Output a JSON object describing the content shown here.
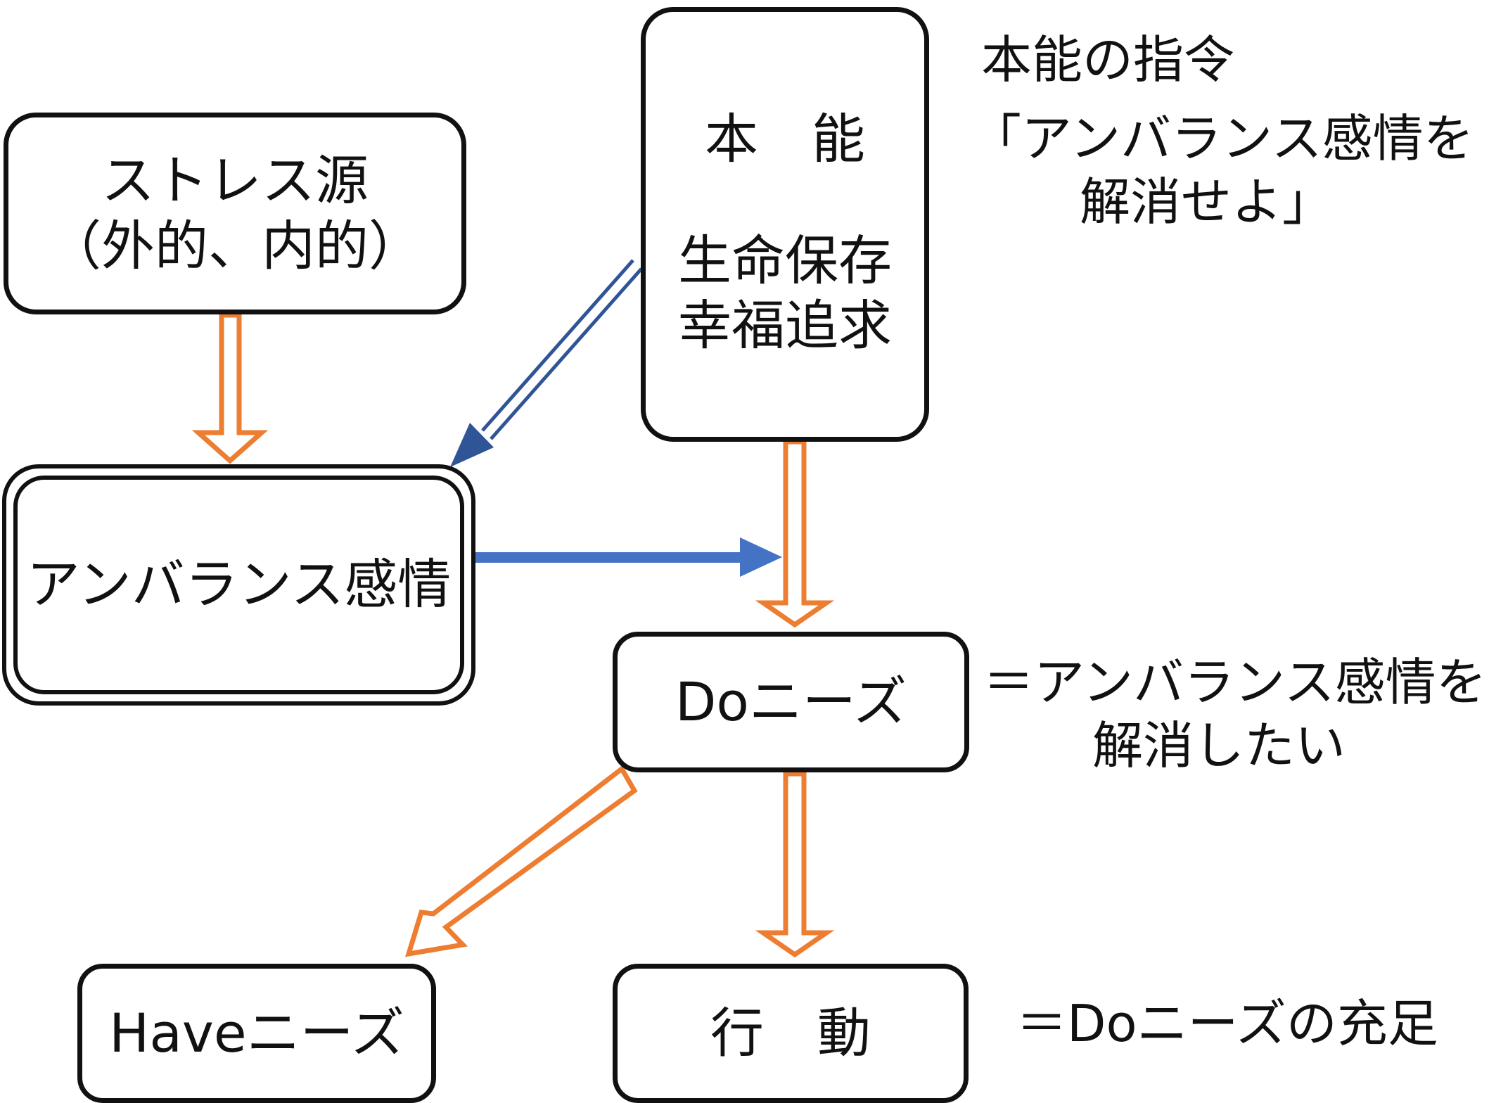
{
  "nodes": {
    "stress": {
      "line1": "ストレス源",
      "line2": "（外的、内的）"
    },
    "instinct": {
      "title": "本　能",
      "line1": "生命保存",
      "line2": "幸福追求"
    },
    "imbalance": {
      "label": "アンバランス感情"
    },
    "do_needs": {
      "label": "Doニーズ"
    },
    "have_needs": {
      "label": "Haveニーズ"
    },
    "action": {
      "label": "行　動"
    }
  },
  "notes": {
    "instinct_cmd": {
      "line1": "本能の指令",
      "line2": "「アンバランス感情を",
      "line3": "解消せよ」"
    },
    "do_needs_def": {
      "line1": "＝アンバランス感情を",
      "line2": "解消したい"
    },
    "action_def": {
      "line1": "＝Doニーズの充足"
    }
  },
  "colors": {
    "orange_arrow": "#ED7D31",
    "blue_arrow": "#4472C4",
    "box_border": "#111111"
  }
}
